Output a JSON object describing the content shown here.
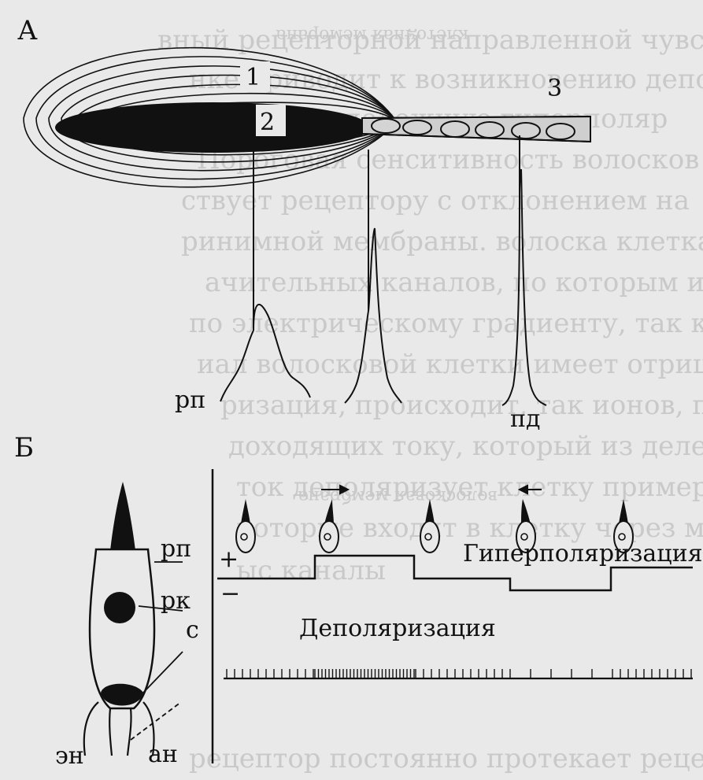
{
  "panel_a": {
    "letter": "А",
    "num1": "1",
    "num2": "2",
    "num3": "3",
    "trace_rp": "рп",
    "trace_pd": "пд"
  },
  "panel_b": {
    "letter": "Б",
    "label_rp": "рп",
    "label_rk": "рк",
    "label_s": "с",
    "label_en": "эн",
    "label_an": "ан",
    "plus": "+",
    "minus": "−",
    "hyperpolarization": "Гиперполяризация",
    "depolarization": "Деполяризация"
  },
  "bleed_through_lines": [
    "вный рецепторной направленной чувстви",
    "нке приводит к возникновению деполяризующ",
    "в противоположную гиперполяр",
    "Пороговая сенситивность волосков соответ",
    "ствует рецептору с отклонением на",
    "ринимной мембраны. волоска клетка имеет н",
    "ачительных каналов, по которым ионы к",
    "по электрическому градиенту, так как внутр",
    "иал волосковой клетки имеет отрицательный",
    "ризация, происходит, так ионов, прав",
    "доходящих току, который из деления рецеп",
    "ток деполяризует клетку примерно до уровня",
    "которые входят в клетку через механочувс",
    "ыс каналы",
    "рецептор постоянно протекает рецепторный ток"
  ],
  "mirror_lines": [
    "клеточная мембрана",
    "волосковая мембрана"
  ]
}
